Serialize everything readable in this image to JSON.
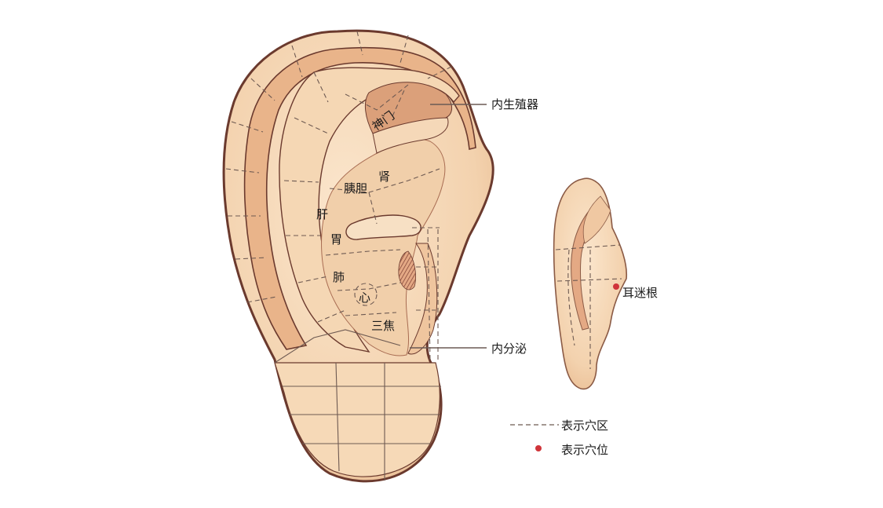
{
  "points": {
    "shenmen": "神门",
    "shen": "肾",
    "yidan": "胰胆",
    "gan": "肝",
    "wei": "胃",
    "fei": "肺",
    "xin": "心",
    "sanjiao": "三焦"
  },
  "callouts": {
    "neishengzhiqi": "内生殖器",
    "neifenmi": "内分泌",
    "ermigen": "耳迷根"
  },
  "legend": {
    "zone": "表示穴区",
    "point": "表示穴位"
  },
  "colors": {
    "skin": "#f6d8b6",
    "skin_dark": "#e9b98e",
    "shade": "#d99a6c",
    "outline": "#6b3a2e",
    "point_red": "#d0343a"
  }
}
